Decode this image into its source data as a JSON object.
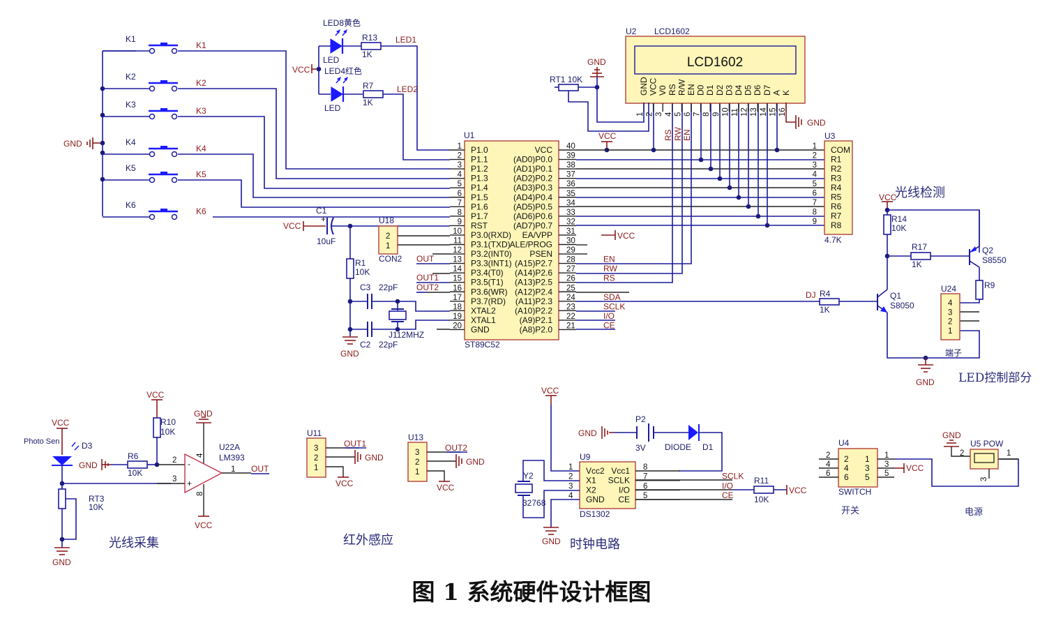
{
  "figure": {
    "caption": "图 1  系统硬件设计框图"
  },
  "sections": {
    "light_detect": "光线检测",
    "led_control": "LED控制部分",
    "light_collect": "光线采集",
    "infrared": "红外感应",
    "clock": "时钟电路",
    "switch": "开关",
    "power": "电源"
  },
  "keys": {
    "items": [
      {
        "ref": "K1",
        "net": "K1"
      },
      {
        "ref": "K2",
        "net": "K2"
      },
      {
        "ref": "K3",
        "net": "K3"
      },
      {
        "ref": "K4",
        "net": "K4"
      },
      {
        "ref": "K5",
        "net": "K5"
      },
      {
        "ref": "K6",
        "net": "K6"
      }
    ],
    "gnd": "GND"
  },
  "leds": {
    "vcc": "VCC",
    "led8": {
      "ref": "LED8黄色",
      "type": "LED",
      "res_ref": "R13",
      "res_val": "1K",
      "net": "LED1"
    },
    "led4": {
      "ref": "LED4红色",
      "type": "LED",
      "res_ref": "R7",
      "res_val": "1K",
      "net": "LED2"
    }
  },
  "mcu": {
    "ref": "U1",
    "part": "ST89C52",
    "left_pins": [
      {
        "num": "1",
        "name": "P1.0"
      },
      {
        "num": "2",
        "name": "P1.1"
      },
      {
        "num": "3",
        "name": "P1.2"
      },
      {
        "num": "4",
        "name": "P1.3"
      },
      {
        "num": "5",
        "name": "P1.4"
      },
      {
        "num": "6",
        "name": "P1.5"
      },
      {
        "num": "7",
        "name": "P1.6"
      },
      {
        "num": "8",
        "name": "P1.7"
      },
      {
        "num": "9",
        "name": "RST"
      },
      {
        "num": "10",
        "name": "P3.0(RXD)"
      },
      {
        "num": "11",
        "name": "P3.1(TXD)"
      },
      {
        "num": "12",
        "name": "P3.2(INT0)"
      },
      {
        "num": "13",
        "name": "P3.3(INT1)"
      },
      {
        "num": "14",
        "name": "P3.4(T0)"
      },
      {
        "num": "15",
        "name": "P3.5(T1)"
      },
      {
        "num": "16",
        "name": "P3.6(WR)"
      },
      {
        "num": "17",
        "name": "P3.7(RD)"
      },
      {
        "num": "18",
        "name": "XTAL2"
      },
      {
        "num": "19",
        "name": "XTAL1"
      },
      {
        "num": "20",
        "name": "GND"
      }
    ],
    "right_pins": [
      {
        "num": "40",
        "name": "VCC",
        "net": ""
      },
      {
        "num": "39",
        "name": "(AD0)P0.0",
        "net": ""
      },
      {
        "num": "38",
        "name": "(AD1)P0.1",
        "net": ""
      },
      {
        "num": "37",
        "name": "(AD2)P0.2",
        "net": ""
      },
      {
        "num": "36",
        "name": "(AD3)P0.3",
        "net": ""
      },
      {
        "num": "35",
        "name": "(AD4)P0.4",
        "net": ""
      },
      {
        "num": "34",
        "name": "(AD5)P0.5",
        "net": ""
      },
      {
        "num": "33",
        "name": "(AD6)P0.6",
        "net": ""
      },
      {
        "num": "32",
        "name": "(AD7)P0.7",
        "net": ""
      },
      {
        "num": "31",
        "name": "EA/VPP",
        "net": "VCC"
      },
      {
        "num": "30",
        "name": "ALE/PROG",
        "net": ""
      },
      {
        "num": "29",
        "name": "PSEN",
        "net": ""
      },
      {
        "num": "28",
        "name": "(A15)P2.7",
        "net": "EN"
      },
      {
        "num": "27",
        "name": "(A14)P2.6",
        "net": "RW"
      },
      {
        "num": "26",
        "name": "(A13)P2.5",
        "net": "RS"
      },
      {
        "num": "25",
        "name": "(A12)P2.4",
        "net": ""
      },
      {
        "num": "24",
        "name": "(A11)P2.3",
        "net": "SDA"
      },
      {
        "num": "23",
        "name": "(A10)P2.2",
        "net": "SCLK"
      },
      {
        "num": "22",
        "name": "(A9)P2.1",
        "net": "I/O"
      },
      {
        "num": "21",
        "name": "(A8)P2.0",
        "net": "CE"
      }
    ],
    "left_nets": {
      "13": "OUT",
      "15": "OUT1",
      "16": "OUT2"
    },
    "vcc40": "VCC"
  },
  "reset": {
    "vcc": "VCC",
    "c1_ref": "C1",
    "c1_val": "10uF",
    "c1_plus": "+",
    "r1_ref": "R1",
    "r1_val": "10K",
    "c3_ref": "C3",
    "c3_val": "22pF",
    "c2_ref": "C2",
    "c2_val": "22pF",
    "xtal_ref": "J1",
    "xtal_val": "12MHZ",
    "gnd": "GND",
    "con_ref": "U18",
    "con_part": "CON2",
    "con_pins": [
      "2",
      "1"
    ]
  },
  "lcd": {
    "ref": "U2",
    "part": "LCD1602",
    "screen_text": "LCD1602",
    "pins": [
      "GND",
      "VCC",
      "V0",
      "RS",
      "R/W",
      "EN",
      "D0",
      "D1",
      "D2",
      "D3",
      "D4",
      "D5",
      "D6",
      "D7",
      "A",
      "K"
    ],
    "pin_nums": [
      "1",
      "2",
      "3",
      "4",
      "5",
      "6",
      "7",
      "8",
      "9",
      "10",
      "11",
      "12",
      "13",
      "14",
      "15",
      "16"
    ],
    "pot_ref": "RT1",
    "pot_val": "10K",
    "gnd_top": "GND",
    "gnd_k": "GND",
    "vcc": "VCC",
    "net_labels": [
      "RS",
      "RW",
      "EN"
    ]
  },
  "rpack": {
    "ref": "U3",
    "value": "4.7K",
    "pins": [
      {
        "num": "1",
        "name": "COM"
      },
      {
        "num": "2",
        "name": "R1"
      },
      {
        "num": "3",
        "name": "R2"
      },
      {
        "num": "4",
        "name": "R3"
      },
      {
        "num": "5",
        "name": "R4"
      },
      {
        "num": "6",
        "name": "R5"
      },
      {
        "num": "7",
        "name": "R6"
      },
      {
        "num": "8",
        "name": "R7"
      },
      {
        "num": "9",
        "name": "R8"
      }
    ]
  },
  "led_drive": {
    "vcc": "VCC",
    "r14_ref": "R14",
    "r14_val": "10K",
    "r17_ref": "R17",
    "r17_val": "1K",
    "q2_ref": "Q2",
    "q2_part": "S8550",
    "r9_ref": "R9",
    "net": "DJ",
    "r4_ref": "R4",
    "r4_val": "1K",
    "q1_ref": "Q1",
    "q1_part": "S8050",
    "term_ref": "U24",
    "term_label": "端子",
    "term_pins": [
      "4",
      "3",
      "2",
      "1"
    ],
    "gnd": "GND"
  },
  "photo": {
    "vcc_top": "VCC",
    "sensor": "Photo Sen",
    "d_ref": "D3",
    "gnd_r6": "GND",
    "r6_ref": "R6",
    "r6_val": "10K",
    "vcc_r10": "VCC",
    "r10_ref": "R10",
    "r10_val": "10K",
    "rt3_ref": "RT3",
    "rt3_val": "10K",
    "gnd_bottom": "GND",
    "cmp_ref": "U22A",
    "cmp_part": "LM393",
    "cmp_gnd": "GND",
    "cmp_vcc": "VCC",
    "pin_minus": "2",
    "pin_plus": "3",
    "pin_out": "1",
    "pin_4": "4",
    "pin_8": "8",
    "minus": "-",
    "plus": "+",
    "out": "OUT"
  },
  "ir": [
    {
      "ref": "U11",
      "pins": [
        "3",
        "2",
        "1"
      ],
      "out": "OUT1",
      "gnd": "GND",
      "vcc": "VCC"
    },
    {
      "ref": "U13",
      "pins": [
        "3",
        "2",
        "1"
      ],
      "out": "OUT2",
      "gnd": "GND",
      "vcc": "VCC"
    }
  ],
  "rtc": {
    "vcc": "VCC",
    "gnd_bat": "GND",
    "bat_ref": "P2",
    "bat_val": "3V",
    "diode_type": "DIODE",
    "diode_ref": "D1",
    "ref": "U9",
    "part": "DS1302",
    "left_pins": [
      {
        "num": "1",
        "name": "Vcc2"
      },
      {
        "num": "2",
        "name": "X1"
      },
      {
        "num": "3",
        "name": "X2"
      },
      {
        "num": "4",
        "name": "GND"
      }
    ],
    "right_pins": [
      {
        "num": "8",
        "name": "Vcc1",
        "net": ""
      },
      {
        "num": "7",
        "name": "SCLK",
        "net": "SCLK"
      },
      {
        "num": "6",
        "name": "I/O",
        "net": "I/O"
      },
      {
        "num": "5",
        "name": "CE",
        "net": "CE"
      }
    ],
    "xtal_ref": "Y2",
    "xtal_val": "32768",
    "gnd": "GND",
    "r11_ref": "R11",
    "r11_val": "10K",
    "r11_vcc": "VCC"
  },
  "switch": {
    "ref": "U4",
    "part": "SWITCH",
    "left": [
      "2",
      "4",
      "6"
    ],
    "right": [
      "1",
      "3",
      "5"
    ],
    "outer_left": [
      "2",
      "4",
      "6"
    ],
    "outer_right": [
      "1",
      "3",
      "5"
    ],
    "vcc": "VCC"
  },
  "power": {
    "ref": "U5 POW",
    "gnd": "GND",
    "pin2": "2",
    "pin1": "1",
    "pin3": "3"
  }
}
